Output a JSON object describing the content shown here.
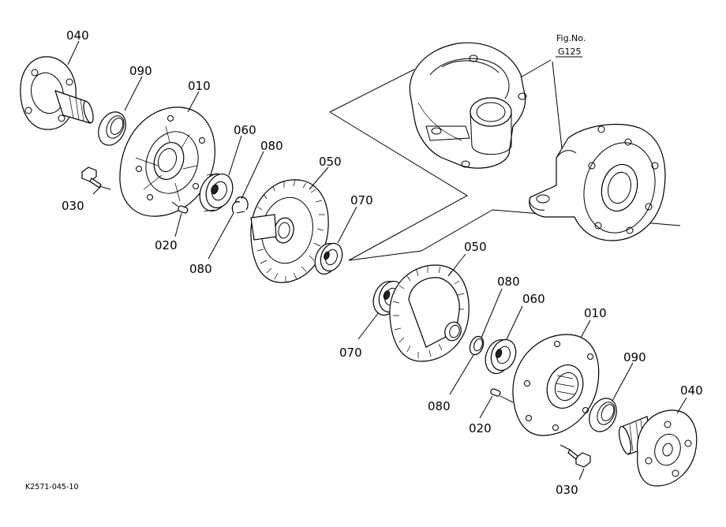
{
  "diagram": {
    "code": "K2571-045-10",
    "fig_ref": {
      "line1": "Fig.No.",
      "line2": "G125"
    },
    "parts": [
      {
        "id": "040",
        "label": "040"
      },
      {
        "id": "090",
        "label": "090"
      },
      {
        "id": "010",
        "label": "010"
      },
      {
        "id": "060",
        "label": "060"
      },
      {
        "id": "080",
        "label": "080"
      },
      {
        "id": "050",
        "label": "050"
      },
      {
        "id": "070",
        "label": "070"
      },
      {
        "id": "030",
        "label": "030"
      },
      {
        "id": "020",
        "label": "020"
      }
    ]
  }
}
